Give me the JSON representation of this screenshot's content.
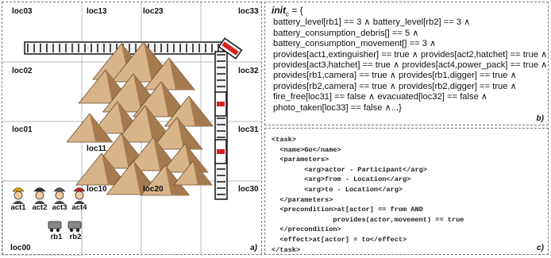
{
  "grid": {
    "locations": [
      {
        "id": "loc03",
        "label": "loc03"
      },
      {
        "id": "loc13",
        "label": "loc13"
      },
      {
        "id": "loc23",
        "label": "loc23"
      },
      {
        "id": "loc33",
        "label": "loc33"
      },
      {
        "id": "loc02",
        "label": "loc02"
      },
      {
        "id": "loc32",
        "label": "loc32"
      },
      {
        "id": "loc01",
        "label": "loc01"
      },
      {
        "id": "loc11",
        "label": "loc11"
      },
      {
        "id": "loc31",
        "label": "loc31"
      },
      {
        "id": "loc10",
        "label": "loc10"
      },
      {
        "id": "loc20",
        "label": "loc20"
      },
      {
        "id": "loc30",
        "label": "loc30"
      },
      {
        "id": "loc00",
        "label": "loc00"
      }
    ],
    "agents": [
      "act1",
      "act2",
      "act3",
      "act4",
      "rb1",
      "rb2"
    ],
    "panel_label": "a)"
  },
  "init": {
    "title": "init",
    "subscript": "c",
    "suffix": " = {",
    "lines": [
      "battery_level[rb1] == 3 ∧ battery_level[rb2] == 3 ∧",
      "battery_consumption_debris[] == 5 ∧",
      "battery_consumption_movement[] == 3 ∧",
      "provides[act1,extinguisher] == true ∧ provides[act2,hatchet] == true ∧",
      "provides[act3,hatchet] == true ∧ provides[act4,power_pack] == true ∧",
      "provides[rb1,camera] == true ∧ provides[rb1,digger] == true ∧",
      "provides[rb2,camera] == true ∧ provides[rb2,digger] == true ∧",
      "fire_free[loc31] == false ∧ evacuated[loc32] == false ∧",
      "photo_taken[loc33] == false ∧...}"
    ],
    "panel_label": "b)"
  },
  "task": {
    "lines": [
      "<task>",
      "  <name>Go</name>",
      "  <parameters>",
      "        <arg>actor - Participant</arg>",
      "        <arg>from - Location</arg>",
      "        <arg>to - Location</arg>",
      "  </parameters>",
      "  <precondition>at[actor] == from AND",
      "               provides(actor,movement) == true",
      "  </precondition>",
      "  <effect>at[actor] = to</effect>",
      "</task>"
    ],
    "panel_label": "c)"
  }
}
